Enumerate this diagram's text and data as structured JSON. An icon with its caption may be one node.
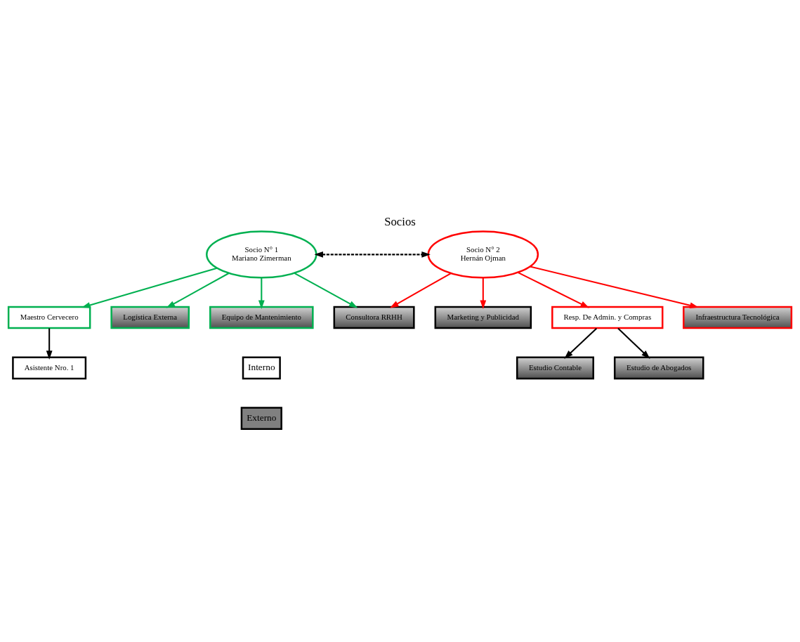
{
  "diagram": {
    "title": "Socios",
    "nodes": [
      {
        "text": [
          "Socio N° 1",
          "Mariano Zimerman"
        ]
      },
      {
        "text": [
          "Socio N° 2",
          "Hernán Ojman"
        ]
      },
      {
        "text": [
          "Maestro Cervecero"
        ]
      },
      {
        "text": [
          "Asistente Nro. 1"
        ]
      },
      {
        "text": [
          "Logística Externa"
        ]
      },
      {
        "text": [
          "Equipo de Mantenimiento"
        ]
      },
      {
        "text": [
          "Marketing y Publicidad"
        ]
      },
      {
        "text": [
          "Resp. De Admin. y Compras"
        ]
      },
      {
        "text": [
          "Infraestructura Tecnológica"
        ]
      },
      {
        "text": [
          "Estudio Contable"
        ]
      },
      {
        "text": [
          "Estudio de Abogados"
        ]
      },
      {
        "text": [
          "Consultora RRHH"
        ]
      }
    ],
    "edges": [
      {
        "from": 0,
        "to": 1,
        "arrow": "both",
        "style": "dashed"
      },
      {
        "from": 0,
        "to": 2,
        "arrow": "to",
        "color": "#00b050"
      },
      {
        "from": 2,
        "to": 3,
        "arrow": "to"
      },
      {
        "from": 0,
        "to": 4,
        "arrow": "to",
        "color": "#00b050"
      },
      {
        "from": 0,
        "to": 5,
        "arrow": "to",
        "color": "#00b050"
      },
      {
        "from": 0,
        "to": 11,
        "arrow": "to",
        "color": "#00b050"
      },
      {
        "from": 1,
        "to": 6,
        "arrow": "to",
        "color": "#ff0000"
      },
      {
        "from": 1,
        "to": 7,
        "arrow": "to",
        "color": "#ff0000"
      },
      {
        "from": 1,
        "to": 8,
        "arrow": "to",
        "color": "#ff0000"
      },
      {
        "from": 1,
        "to": 11,
        "arrow": "to",
        "color": "#ff0000"
      },
      {
        "from": 7,
        "to": 9,
        "arrow": "to"
      },
      {
        "from": 7,
        "to": 10,
        "arrow": "to"
      }
    ],
    "legend": [
      {
        "text": "Interno",
        "color": "#ffffff"
      },
      {
        "text": "Externo",
        "color": "#808080"
      }
    ]
  }
}
